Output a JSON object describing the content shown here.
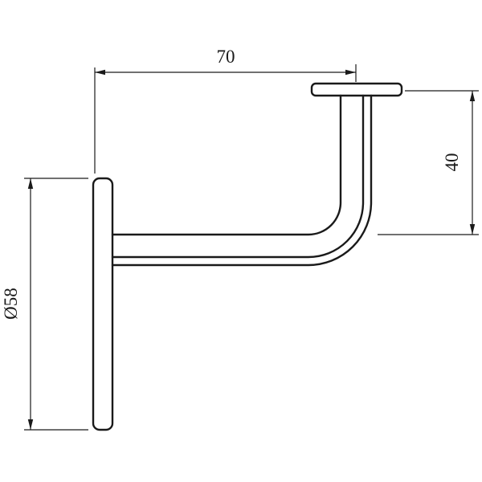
{
  "drawing": {
    "line_color": "#1a1a1a",
    "background_color": "#ffffff",
    "dimension_labels": {
      "horizontal_length": "70",
      "vertical_height": "40",
      "plate_diameter": "Ø58"
    }
  }
}
